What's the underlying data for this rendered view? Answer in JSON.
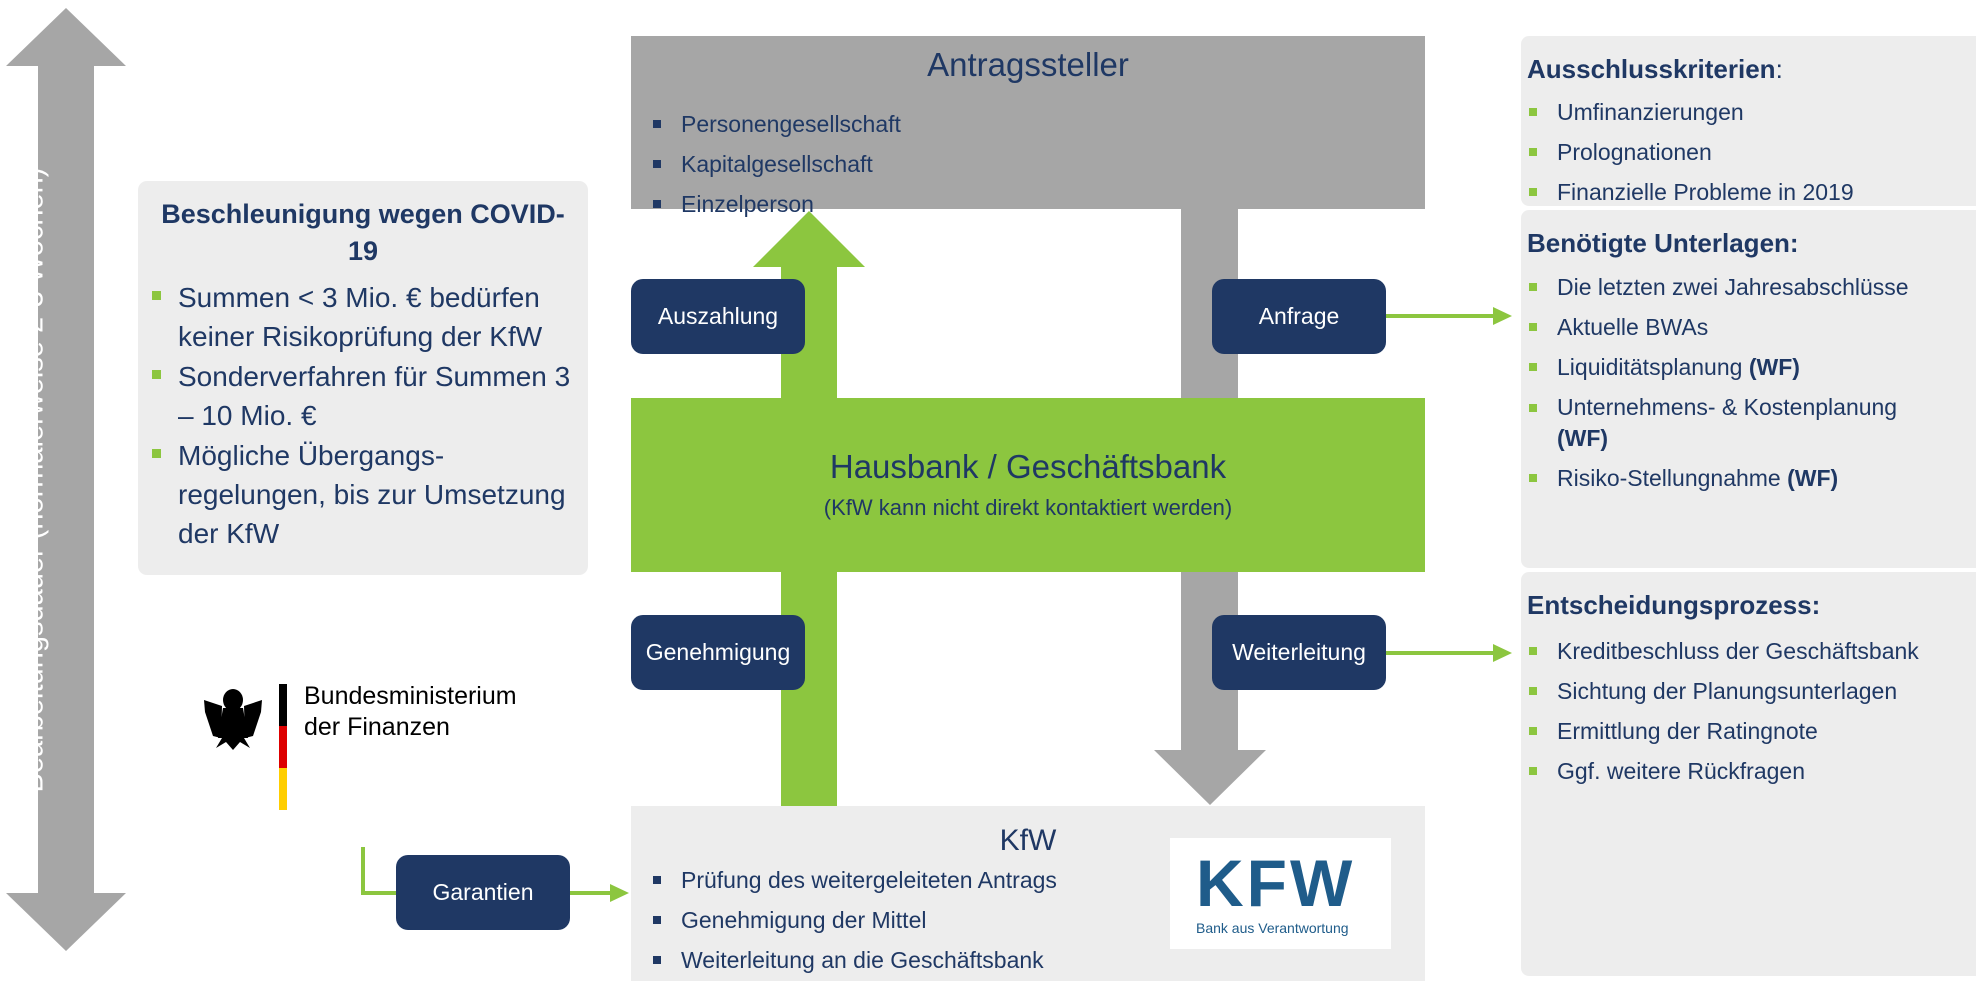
{
  "side_label": "Bearbeitungsdauer (normalerweise 2-3 Wochen)",
  "acceleration": {
    "title": "Beschleunigung wegen COVID-19",
    "items": [
      "Summen < 3 Mio. € bedürfen keiner Risikoprüfung der KfW",
      "Sonderverfahren für Summen 3 – 10 Mio. €",
      "Mögliche Übergangs-regelungen, bis zur Umsetzung der KfW"
    ]
  },
  "ministry": {
    "line1": "Bundesministerium",
    "line2": "der Finanzen"
  },
  "applicant": {
    "title": "Antragssteller",
    "items": [
      "Personengesellschaft",
      "Kapitalgesellschaft",
      "Einzelperson"
    ]
  },
  "housebank": {
    "title": "Hausbank / Geschäftsbank",
    "subtitle": "(KfW kann nicht direkt kontaktiert werden)"
  },
  "kfw": {
    "title": "KfW",
    "items": [
      "Prüfung des weitergeleiteten Antrags",
      "Genehmigung der Mittel",
      "Weiterleitung an die Geschäftsbank"
    ],
    "logo_mark": "KFW",
    "logo_tagline": "Bank aus Verantwortung"
  },
  "flow_labels": {
    "payout": "Auszahlung",
    "request": "Anfrage",
    "approval": "Genehmigung",
    "forwarding": "Weiterleitung",
    "guarantees": "Garantien"
  },
  "exclusion": {
    "title": "Ausschlusskriterien",
    "colon": ":",
    "items": [
      "Umfinanzierungen",
      "Prolognationen",
      "Finanzielle Probleme in 2019"
    ]
  },
  "documents": {
    "title": "Benötigte Unterlagen:",
    "items": [
      {
        "text": "Die letzten zwei Jahresabschlüsse",
        "tag": ""
      },
      {
        "text": "Aktuelle BWAs",
        "tag": ""
      },
      {
        "text": "Liquiditätsplanung",
        "tag": "(WF)"
      },
      {
        "text": "Unternehmens- & Kostenplanung",
        "tag": "(WF)"
      },
      {
        "text": "Risiko-Stellungnahme",
        "tag": "(WF)"
      }
    ]
  },
  "decision": {
    "title": "Entscheidungsprozess:",
    "items": [
      "Kreditbeschluss der Geschäftsbank",
      "Sichtung der Planungsunterlagen",
      "Ermittlung der Ratingnote",
      "Ggf. weitere Rückfragen"
    ]
  },
  "colors": {
    "navy": "#1f3864",
    "green": "#8cc63f",
    "gray": "#a6a6a6",
    "light_gray": "#ededed",
    "kfw_blue": "#1f5c8a"
  }
}
